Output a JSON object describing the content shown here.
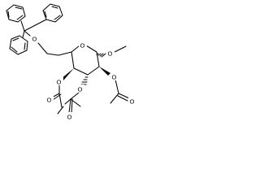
{
  "figure": {
    "description_visible": "skeletal structural formula",
    "stereo_bond_notation": "hashed dashes and bold wedges"
  },
  "atom_labels": {
    "trityl_ether_oxygen": "O",
    "ring_oxygen": "O",
    "anomeric_methoxy_oxygen": "O",
    "acetate_c4_ester_oxygen": "O",
    "acetate_c4_carbonyl_oxygen": "O",
    "acetate_c3_ester_oxygen": "O",
    "acetate_c3_carbonyl_oxygen": "O",
    "acetate_c2_ester_oxygen": "O",
    "acetate_c2_carbonyl_oxygen": "O"
  },
  "colors": {
    "bonds": "#000000",
    "labels": "#000000",
    "background": "#ffffff"
  }
}
